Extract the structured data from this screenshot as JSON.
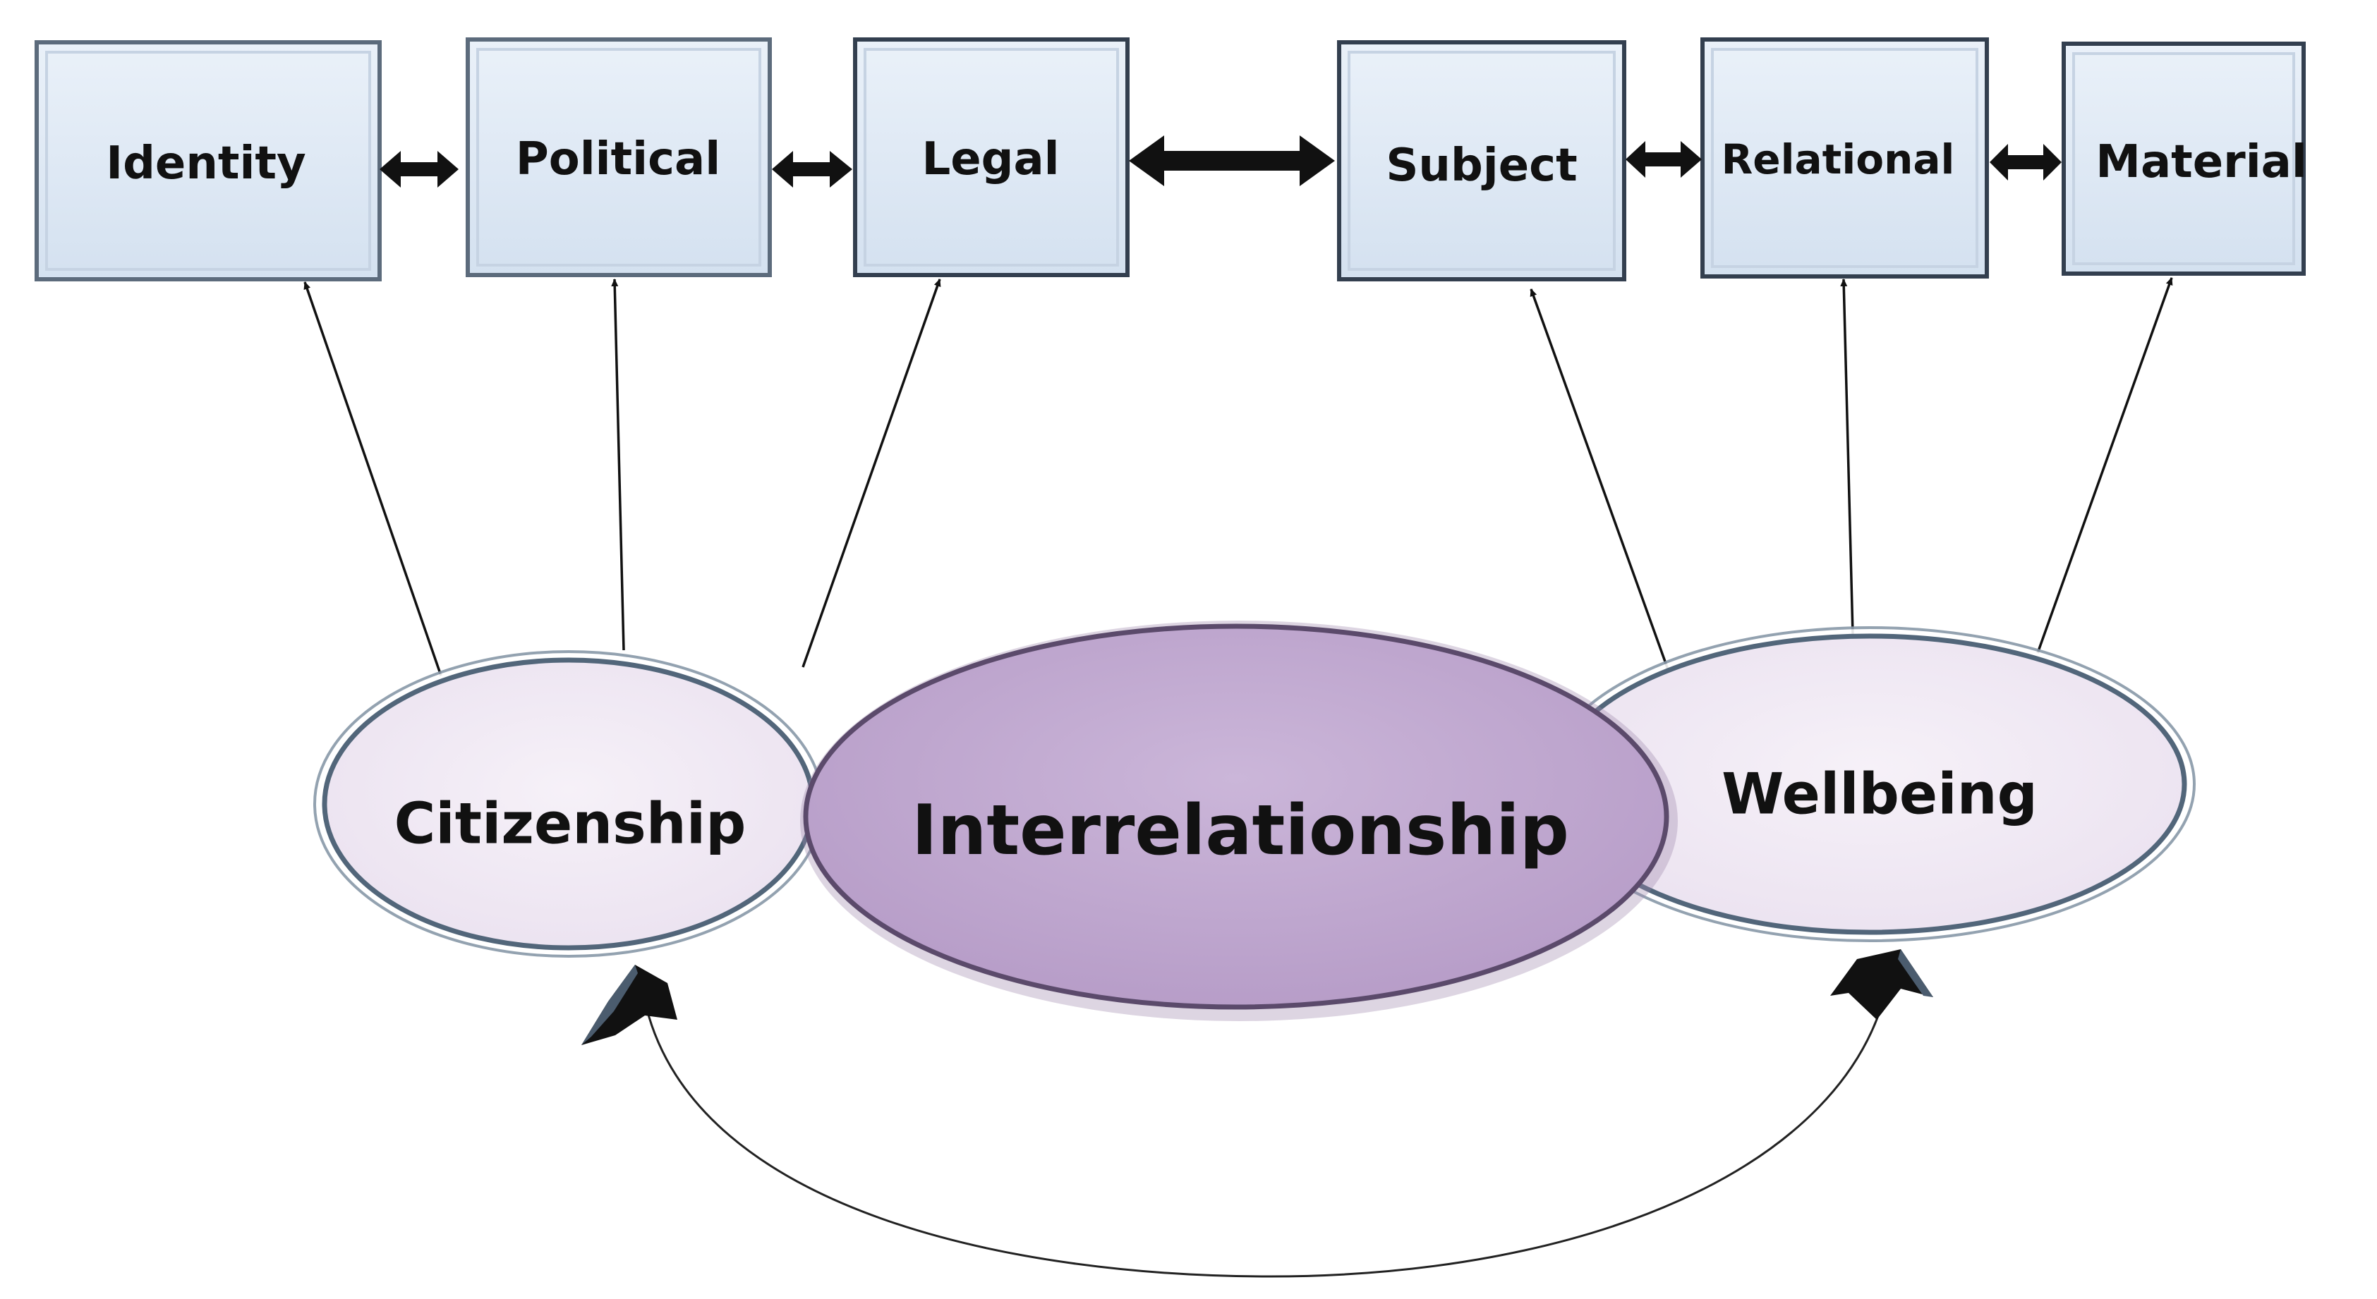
{
  "boxes": {
    "identity": "Identity",
    "political": "Political",
    "legal": "Legal",
    "subject": "Subject",
    "relational": "Relational",
    "material": "Material"
  },
  "ovals": {
    "citizenship": "Citizenship",
    "interrelationship": "Interrelationship",
    "wellbeing": "Wellbeing"
  },
  "colors": {
    "box_fill": "#dfe9f5",
    "box_border": "#333f4f",
    "side_oval_fill": "#f1eaf4",
    "side_oval_border": "#52667a",
    "center_oval_fill": "#c2a9d1",
    "center_oval_border": "#5b4a6b",
    "arrow": "#111111"
  }
}
